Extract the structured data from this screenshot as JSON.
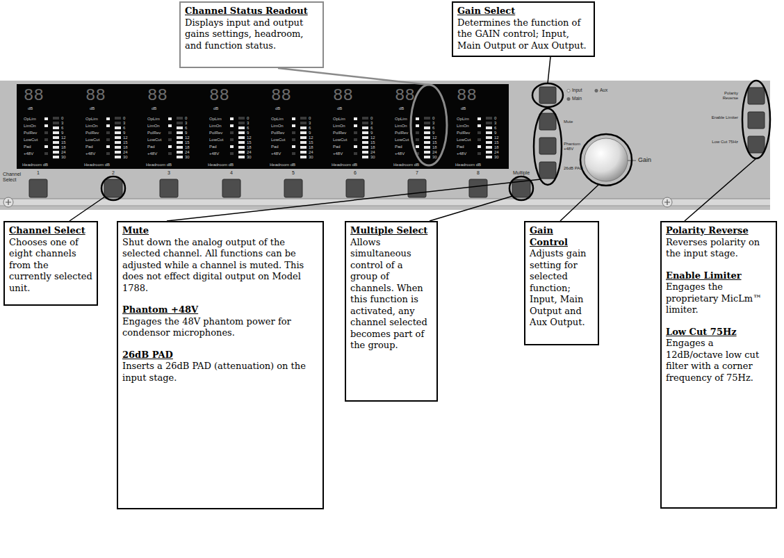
{
  "diagram": {
    "nodes": [
      {
        "text": [
          "Channel Status Readout",
          "Displays input and output gains settings, headroom, and function status."
        ]
      },
      {
        "text": [
          "Gain Select",
          "Determines the function of the GAIN control; Input, Main Output or Aux Output."
        ]
      },
      {
        "text": [
          "Channel Select",
          "Chooses one of eight channels from the currently selected unit."
        ]
      },
      {
        "text": [
          "Mute",
          "Shut down the analog output of the selected channel. All functions can be adjusted while a channel is muted. This does not effect digital output on Model 1788.",
          "Phantom +48V",
          "Engages the 48V phantom power for condensor microphones.",
          "26dB PAD",
          "Inserts a 26dB PAD (attenuation) on the input stage."
        ]
      },
      {
        "text": [
          "Multiple Select",
          "Allows simultaneous control of a group of channels. When this function is activated, any channel selected becomes part of the group."
        ]
      },
      {
        "text": [
          "Gain Control",
          "Adjusts gain setting for selected function; Input, Main Output and Aux Output."
        ]
      },
      {
        "text": [
          "Polarity Reverse",
          "Reverses polarity on the input stage.",
          "Enable Limiter",
          "Engages the proprietary MicLm™ limiter.",
          "Low Cut 75Hz",
          "Engages a 12dB/octave low cut filter with a corner frequency of 75Hz."
        ]
      }
    ],
    "labels": [
      "88",
      "dB",
      "OpLim",
      "LimOn",
      "PolRev",
      "LowCut",
      "Pad",
      "+48V",
      "0",
      "3",
      "6",
      "9",
      "12",
      "15",
      "18",
      "24",
      "30",
      "Headroom dB",
      "88",
      "dB",
      "OpLim",
      "LimOn",
      "PolRev",
      "LowCut",
      "Pad",
      "+48V",
      "0",
      "3",
      "6",
      "9",
      "12",
      "15",
      "18",
      "24",
      "30",
      "Headroom dB",
      "88",
      "dB",
      "OpLim",
      "LimOn",
      "PolRev",
      "LowCut",
      "Pad",
      "+48V",
      "0",
      "3",
      "6",
      "9",
      "12",
      "15",
      "18",
      "24",
      "30",
      "Headroom dB",
      "88",
      "dB",
      "OpLim",
      "LimOn",
      "PolRev",
      "LowCut",
      "Pad",
      "+48V",
      "0",
      "3",
      "6",
      "9",
      "12",
      "15",
      "18",
      "24",
      "30",
      "Headroom dB",
      "88",
      "dB",
      "OpLim",
      "LimOn",
      "PolRev",
      "LowCut",
      "Pad",
      "+48V",
      "0",
      "3",
      "6",
      "9",
      "12",
      "15",
      "18",
      "24",
      "30",
      "Headroom dB",
      "88",
      "dB",
      "OpLim",
      "LimOn",
      "PolRev",
      "LowCut",
      "Pad",
      "+48V",
      "0",
      "3",
      "6",
      "9",
      "12",
      "15",
      "18",
      "24",
      "30",
      "Headroom dB",
      "88",
      "dB",
      "OpLim",
      "LimOn",
      "PolRev",
      "LowCut",
      "Pad",
      "+48V",
      "0",
      "3",
      "6",
      "9",
      "12",
      "15",
      "18",
      "24",
      "30",
      "Headroom dB",
      "88",
      "dB",
      "OpLim",
      "LimOn",
      "PolRev",
      "LowCut",
      "Pad",
      "+48V",
      "0",
      "3",
      "6",
      "9",
      "12",
      "15",
      "18",
      "24",
      "30",
      "Headroom dB",
      "Channel Select",
      "1",
      "2",
      "3",
      "4",
      "5",
      "6",
      "7",
      "8",
      "Multiple",
      "Input",
      "Main",
      "Aux",
      "Mute",
      "Phantom +48V",
      "26dB PAD",
      "Polarity Reverse",
      "Enable Limiter",
      "Low Cut 75Hz",
      "Gain"
    ]
  }
}
